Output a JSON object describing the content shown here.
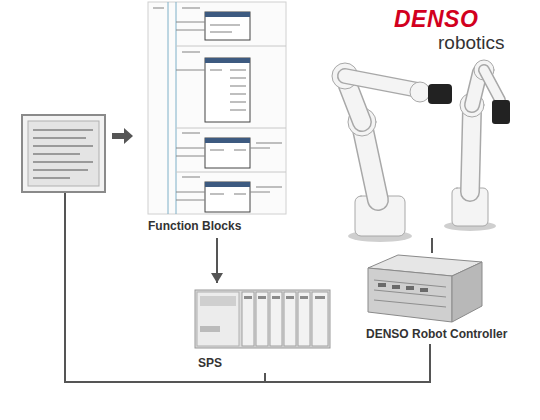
{
  "diagram": {
    "nodes": [
      {
        "text": [
          "Function Blocks"
        ]
      },
      {
        "text": [
          "SPS"
        ]
      },
      {
        "text": [
          "DENSO Robot Controller"
        ]
      }
    ],
    "edges": [
      {
        "from": 0,
        "to": 1,
        "arrow": "to"
      },
      {
        "from": 1,
        "to": 2,
        "arrow": "none"
      }
    ],
    "labels": [
      "DENSO",
      "robotics"
    ]
  }
}
